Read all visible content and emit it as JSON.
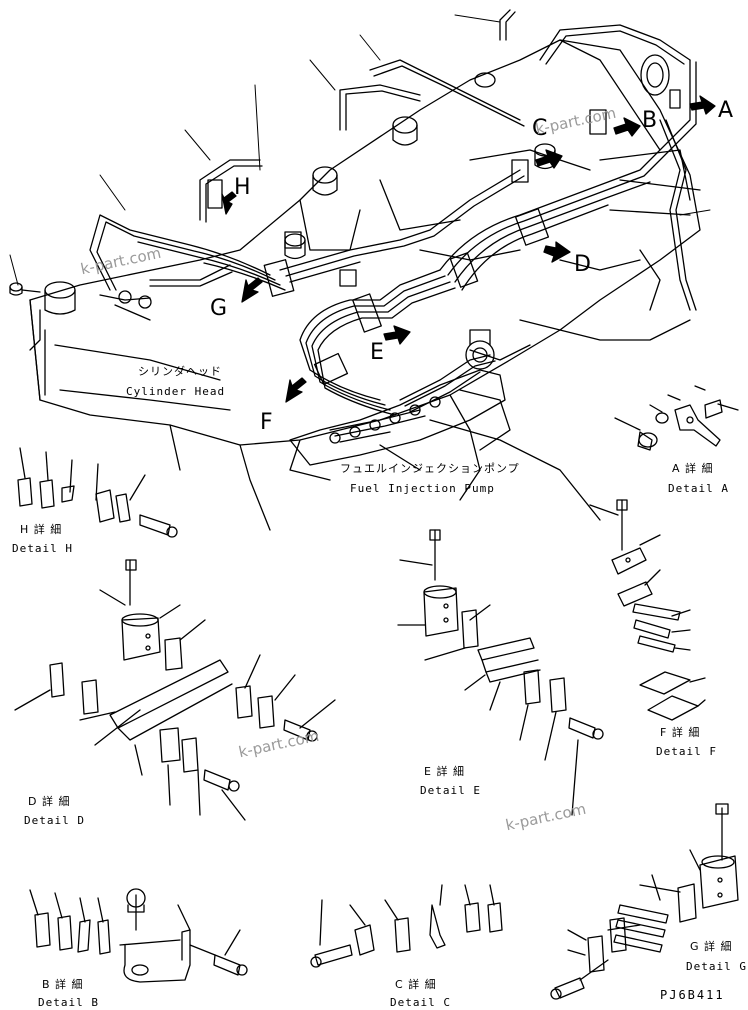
{
  "callouts": {
    "a": "A",
    "b": "B",
    "c": "C",
    "d": "D",
    "e": "E",
    "f": "F",
    "g": "G",
    "h": "H"
  },
  "labels": {
    "cylinder_head_jp": "シリンダヘッド",
    "cylinder_head_en": "Cylinder Head",
    "fuel_pump_jp": "フュエルインジェクションポンプ",
    "fuel_pump_en": "Fuel Injection Pump"
  },
  "details": {
    "a": {
      "jp": "A 詳 細",
      "en": "Detail A"
    },
    "b": {
      "jp": "B 詳 細",
      "en": "Detail B"
    },
    "c": {
      "jp": "C 詳 細",
      "en": "Detail C"
    },
    "d": {
      "jp": "D 詳 細",
      "en": "Detail D"
    },
    "e": {
      "jp": "E 詳 細",
      "en": "Detail E"
    },
    "f": {
      "jp": "F 詳 細",
      "en": "Detail F"
    },
    "g": {
      "jp": "G 詳 細",
      "en": "Detail G"
    },
    "h": {
      "jp": "H 詳 細",
      "en": "Detail H"
    }
  },
  "watermark": "k-part.com",
  "drawing_code": "PJ6B411",
  "colors": {
    "line": "#000000",
    "watermark": "#9a9a9a"
  }
}
